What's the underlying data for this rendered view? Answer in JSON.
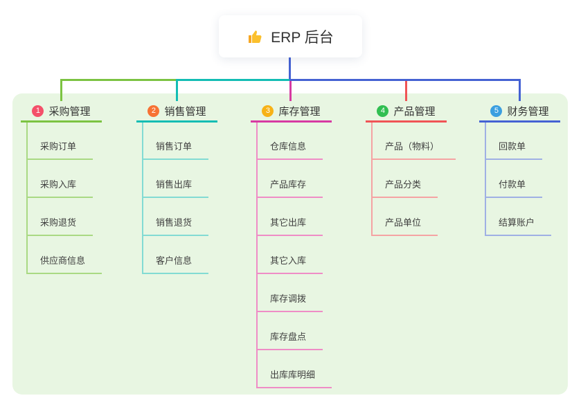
{
  "root": {
    "icon": "thumbs-up-icon",
    "label": "ERP 后台"
  },
  "canvas": {
    "background_color": "#ffffff",
    "panel_color": "#e8f6e2",
    "root_connector_color": "#4562d3"
  },
  "branches": [
    {
      "num": "1",
      "label": "采购管理",
      "badge_color": "#f4506a",
      "line_color": "#7cc342",
      "light_line_color": "#a9d983",
      "children": [
        "采购订单",
        "采购入库",
        "采购退货",
        "供应商信息"
      ]
    },
    {
      "num": "2",
      "label": "销售管理",
      "badge_color": "#f77234",
      "line_color": "#13bdb4",
      "light_line_color": "#82dbd3",
      "children": [
        "销售订单",
        "销售出库",
        "销售退货",
        "客户信息"
      ]
    },
    {
      "num": "3",
      "label": "库存管理",
      "badge_color": "#f7b217",
      "line_color": "#d73aa2",
      "light_line_color": "#ef8cc6",
      "children": [
        "仓库信息",
        "产品库存",
        "其它出库",
        "其它入库",
        "库存调拨",
        "库存盘点",
        "出库库明细"
      ]
    },
    {
      "num": "4",
      "label": "产品管理",
      "badge_color": "#31bf52",
      "line_color": "#f05456",
      "light_line_color": "#f5a3a3",
      "children": [
        "产品（物料）",
        "产品分类",
        "产品单位"
      ]
    },
    {
      "num": "5",
      "label": "财务管理",
      "badge_color": "#3b9fe0",
      "line_color": "#4562d3",
      "light_line_color": "#9fb0e4",
      "children": [
        "回款单",
        "付款单",
        "结算账户"
      ]
    }
  ]
}
